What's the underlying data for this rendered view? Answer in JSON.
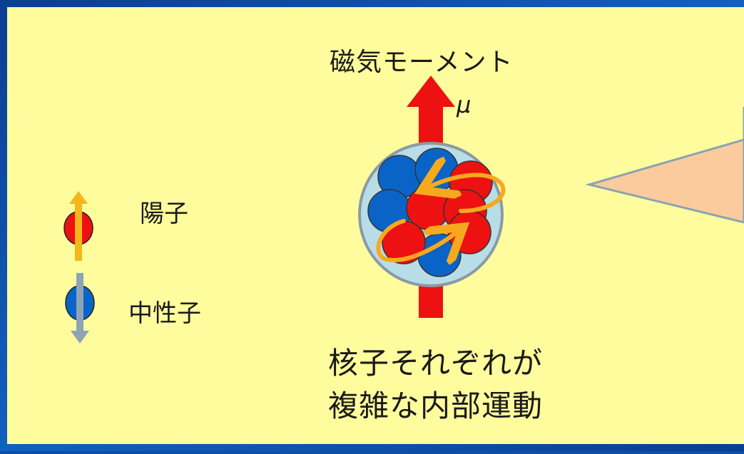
{
  "diagram": {
    "title": "磁気モーメント",
    "moment_symbol": "μ",
    "legend": [
      {
        "label": "陽子",
        "particle": "proton",
        "color": "#ee1111",
        "spin": "up",
        "arrow_color": "#f4b61c"
      },
      {
        "label": "中性子",
        "particle": "neutron",
        "color": "#0a64c8",
        "spin": "down",
        "arrow_color": "#8ea4b6"
      }
    ],
    "caption": [
      "核子それぞれが",
      "複雑な内部運動"
    ],
    "colors": {
      "panel": "#fffc9d",
      "background": "#0d4fa8",
      "moment_arrow": "#ee1111",
      "nucleus_halo": "#b8dde7",
      "orbit": "#f7a91e",
      "callout": "#fbcb9e"
    }
  }
}
